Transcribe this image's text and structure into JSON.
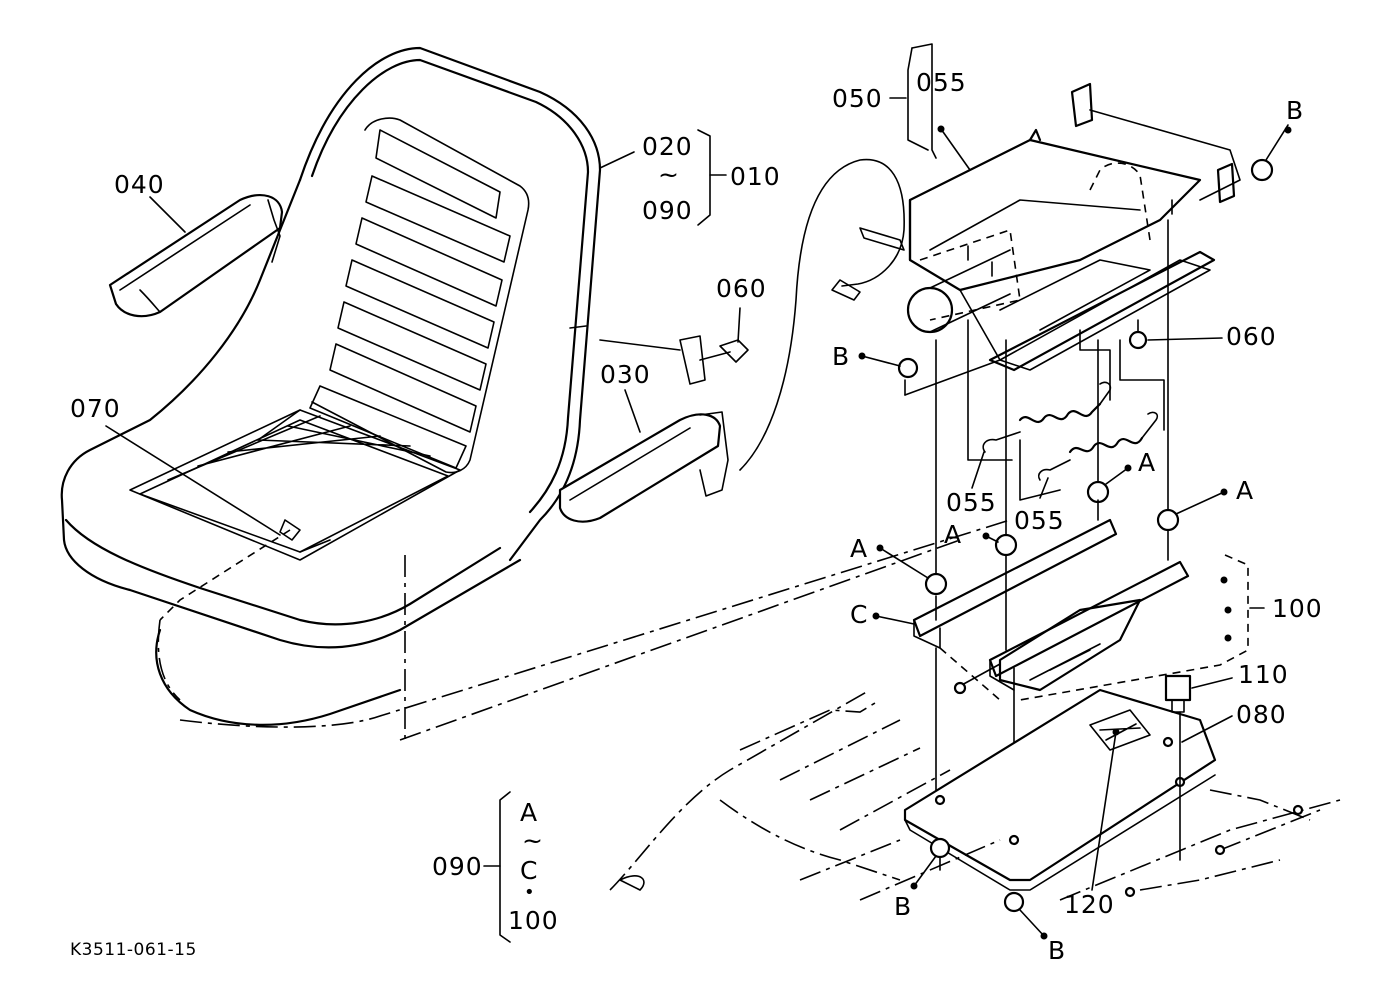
{
  "diagram_code": "K3511-061-15",
  "labels": {
    "p040": "040",
    "p020": "020",
    "p_tilde1": "~",
    "p090_top": "090",
    "p010": "010",
    "p060_left": "060",
    "p030": "030",
    "p070": "070",
    "p050": "050",
    "p055_top": "055",
    "pB_top": "B",
    "pB_mid": "B",
    "p060_right": "060",
    "p055_a": "055",
    "p055_b": "055",
    "pA_1": "A",
    "pA_2": "A",
    "pA_3": "A",
    "pA_4": "A",
    "pC": "C",
    "p100": "100",
    "p110": "110",
    "p080": "080",
    "p120": "120",
    "pB_low1": "B",
    "pB_low2": "B",
    "p090_legend": "090",
    "legend_A": "A",
    "legend_tilde": "~",
    "legend_C": "C",
    "legend_dot": "•",
    "legend_100": "100"
  }
}
